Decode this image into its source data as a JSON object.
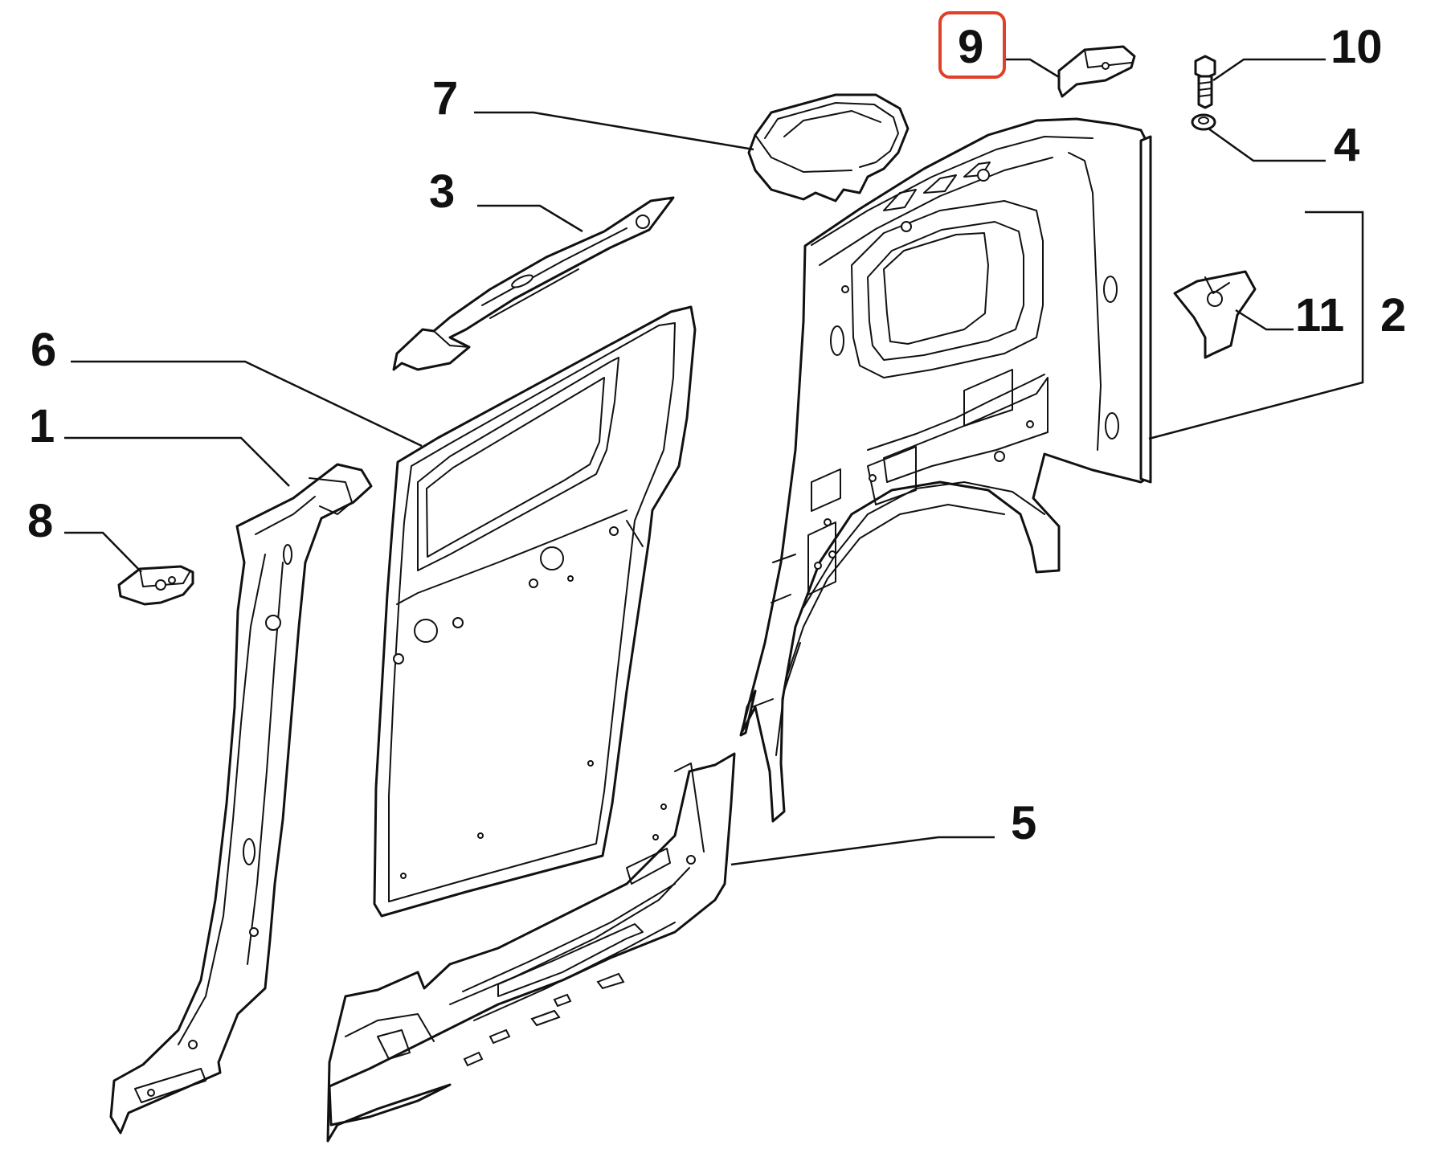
{
  "diagram": {
    "highlight_color": "#e0402a",
    "highlighted_callout": "9",
    "callouts": {
      "c1": "1",
      "c2": "2",
      "c3": "3",
      "c4": "4",
      "c5": "5",
      "c6": "6",
      "c7": "7",
      "c8": "8",
      "c9": "9",
      "c10": "10",
      "c11": "11"
    }
  }
}
